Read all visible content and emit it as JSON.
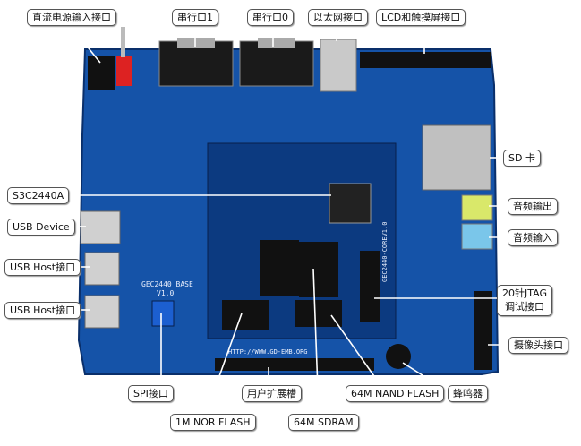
{
  "photo": {
    "board_color": "#1553a8",
    "board_dark": "#0c3a80",
    "silkscreen": {
      "model": "GEC2440 BASE",
      "version": "V1.0",
      "url": "HTTP://WWW.GD-EMB.ORG",
      "core": "GEC2440-COREV1.0"
    }
  },
  "labels": {
    "dc_power": "直流电源输入接口",
    "serial1": "串行口1",
    "serial0": "串行口0",
    "ethernet": "以太网接口",
    "lcd_touch": "LCD和触摸屏接口",
    "sd_card": "SD 卡",
    "cpu": "S3C2440A",
    "audio_out": "音频输出",
    "usb_device": "USB Device",
    "audio_in": "音频输入",
    "usb_host_1": "USB Host接口",
    "jtag": "20针JTAG\n调试接口",
    "usb_host_2": "USB Host接口",
    "camera": "摄像头接口",
    "spi": "SPI接口",
    "user_expansion": "用户扩展槽",
    "nand_flash": "64M NAND FLASH",
    "buzzer": "蜂鸣器",
    "nor_flash": "1M NOR FLASH",
    "sdram": "64M SDRAM"
  }
}
